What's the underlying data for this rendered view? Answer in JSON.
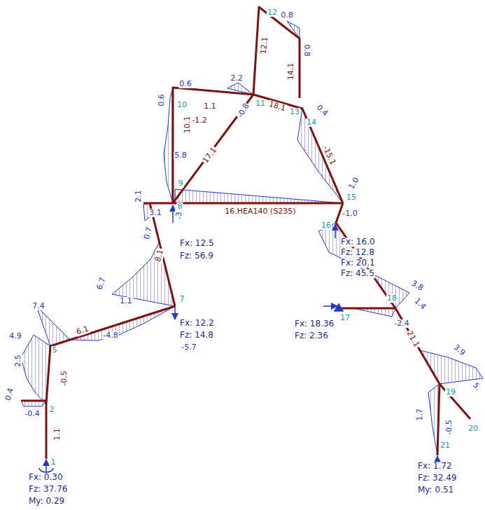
{
  "diagram": {
    "labels": [
      "7.4",
      "4.9",
      "2.5",
      "0.4",
      "-0.4",
      "1.1",
      "-0.5",
      "5",
      "2",
      "1",
      "Fx: 0.30",
      "Fz: 37.76",
      "My: 0.29",
      "6.1",
      "-4.8",
      "6.7",
      "1.1",
      "8.1",
      "0.7",
      "3.1",
      "2.1",
      "-3.",
      "8",
      "Fx: 12.5",
      "Fz: 56.9",
      "7",
      "Fx: 12.2",
      "Fz: 14.8",
      "-5.7",
      "5.8",
      "10.1",
      "0.6",
      "0.6",
      "10",
      "-1.2",
      "1.1",
      "17.1",
      "2.2",
      "-0.8",
      "11",
      "18.1",
      "12.1",
      "12",
      "0.8",
      "0.8",
      "14.1",
      "13",
      "14",
      "0.4",
      "-15.1",
      "1.0",
      "15",
      "-1.0",
      "16.HEA140 (S235)",
      "16",
      "Fx: 16.0",
      "Fz: 12.8",
      "Fx: 20.1",
      "Fz: 45.5",
      "3.8",
      "1.4",
      "17",
      "Fx: 18.36",
      "Fz: 2.36",
      "18",
      "-2.4",
      "21.1",
      "3.9",
      "5.",
      "1.7",
      "19",
      "-0.5",
      "20",
      "21",
      "Fx: 1.72",
      "Fz: 32.49",
      "My: 0.51",
      "9"
    ]
  }
}
